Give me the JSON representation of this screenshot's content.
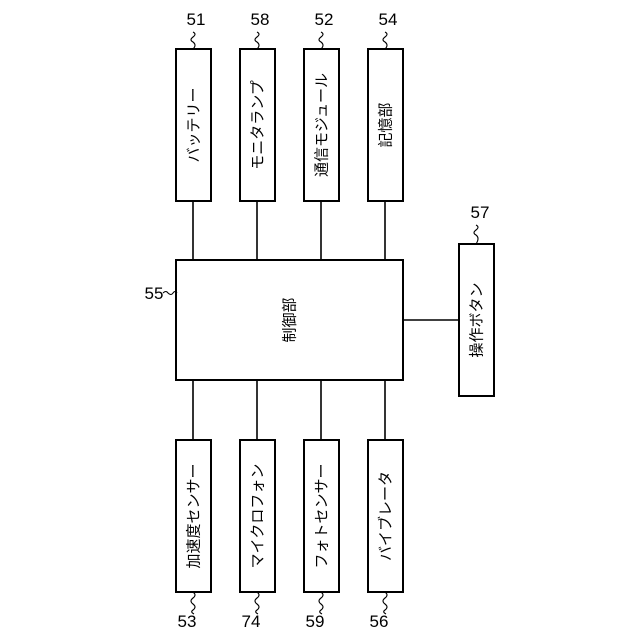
{
  "diagram": {
    "top_components": [
      {
        "id": "battery",
        "label": "バッテリー",
        "ref": "51"
      },
      {
        "id": "monitor-lamp",
        "label": "モニタランプ",
        "ref": "58"
      },
      {
        "id": "communication-module",
        "label": "通信モジュール",
        "ref": "52"
      },
      {
        "id": "storage",
        "label": "記憶部",
        "ref": "54"
      }
    ],
    "controller": {
      "id": "controller",
      "label": "制御部",
      "ref": "55"
    },
    "side_component": {
      "id": "operation-button",
      "label": "操作ボタン",
      "ref": "57"
    },
    "bottom_components": [
      {
        "id": "acceleration-sensor",
        "label": "加速度センサー",
        "ref": "53"
      },
      {
        "id": "microphone",
        "label": "マイクロフォン",
        "ref": "74"
      },
      {
        "id": "photo-sensor",
        "label": "フォトセンサー",
        "ref": "59"
      },
      {
        "id": "vibrator",
        "label": "バイブレータ",
        "ref": "56"
      }
    ]
  }
}
